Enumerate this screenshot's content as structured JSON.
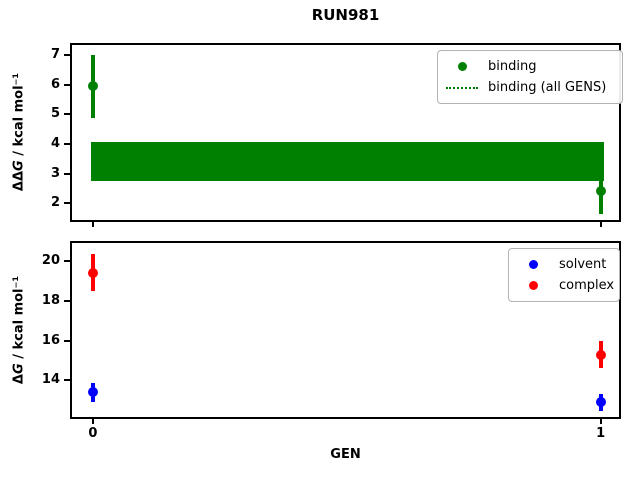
{
  "title": "RUN981",
  "chart_data": [
    {
      "type": "scatter",
      "subtype": "errorbar",
      "x": [
        0,
        1
      ],
      "series": [
        {
          "name": "binding",
          "color": "#008000",
          "y": [
            5.95,
            2.42
          ],
          "yerr": [
            1.06,
            0.78
          ]
        }
      ],
      "band": {
        "label": "binding (all GENS)",
        "color": "#008000",
        "y_low": 2.74,
        "y_high": 4.07,
        "x_start": 0,
        "x_end": 1
      },
      "ylabel": {
        "prefix": "ΔΔ",
        "italic": "G",
        "suffix": " / kcal mol⁻¹"
      },
      "yticks": [
        2,
        3,
        4,
        5,
        6,
        7
      ],
      "ylim": [
        1.36,
        7.42
      ],
      "xlim": [
        -0.045,
        1.04
      ],
      "xticks": [
        0,
        1
      ],
      "xtick_labels": [
        "",
        ""
      ],
      "grid": false,
      "legend_position": "upper right",
      "legend": [
        {
          "label": "binding",
          "glyph": "dot",
          "color": "#008000"
        },
        {
          "label": "binding (all GENS)",
          "glyph": "dotted-line",
          "color": "#008000"
        }
      ]
    },
    {
      "type": "scatter",
      "subtype": "errorbar",
      "x": [
        0,
        1
      ],
      "series": [
        {
          "name": "solvent",
          "color": "#0000ff",
          "y": [
            13.4,
            12.9
          ],
          "yerr": [
            0.47,
            0.42
          ]
        },
        {
          "name": "complex",
          "color": "#ff0000",
          "y": [
            19.4,
            15.3
          ],
          "yerr": [
            0.93,
            0.7
          ]
        }
      ],
      "ylabel": {
        "prefix": "Δ",
        "italic": "G",
        "suffix": " / kcal mol⁻¹"
      },
      "xlabel": "GEN",
      "yticks": [
        14,
        16,
        18,
        20
      ],
      "ylim": [
        12.07,
        20.99
      ],
      "xlim": [
        -0.045,
        1.04
      ],
      "xticks": [
        0,
        1
      ],
      "xtick_labels": [
        "0",
        "1"
      ],
      "grid": false,
      "legend_position": "upper right",
      "legend": [
        {
          "label": "solvent",
          "glyph": "dot",
          "color": "#0000ff"
        },
        {
          "label": "complex",
          "glyph": "dot",
          "color": "#ff0000"
        }
      ]
    }
  ]
}
